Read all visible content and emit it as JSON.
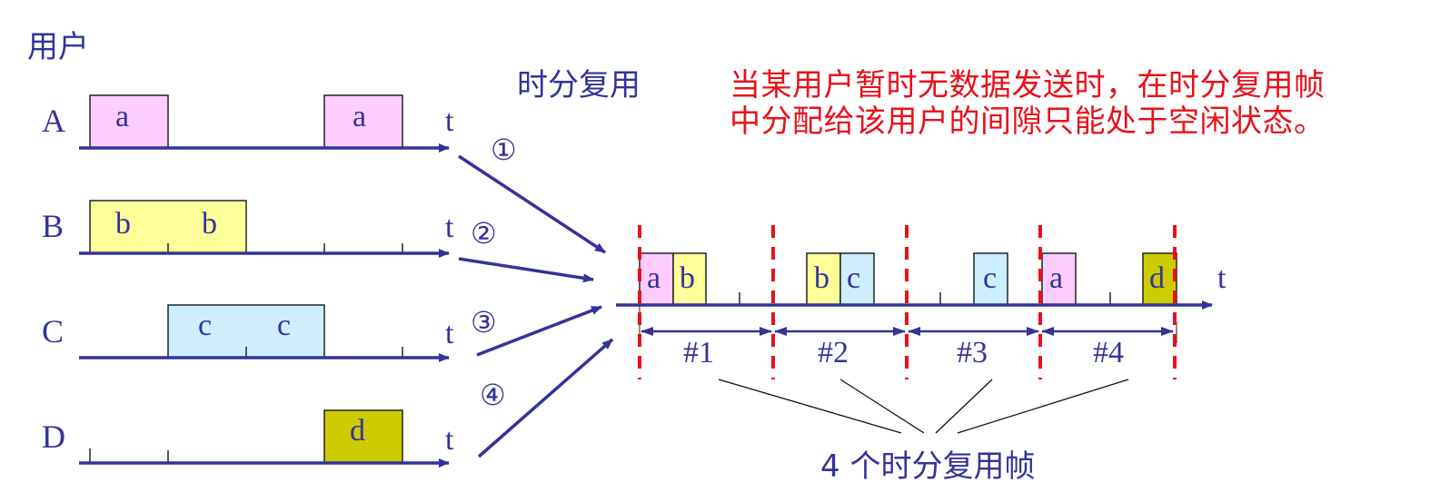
{
  "title": {
    "users_label": "用户",
    "tdm_label": "时分复用"
  },
  "note": {
    "line1": "当某用户暂时无数据发送时，在时分复用帧",
    "line2": "中分配给该用户的间隙只能处于空闲状态。"
  },
  "colors": {
    "axis": "#333399",
    "a": "#ffccff",
    "b": "#ffff99",
    "c": "#cceeff",
    "d": "#cccc00",
    "divider": "#e8101a",
    "note": "#e8101a"
  },
  "users": [
    {
      "name": "A",
      "axis_label": "t",
      "slots": [
        "a",
        "",
        "",
        "a"
      ]
    },
    {
      "name": "B",
      "axis_label": "t",
      "slots": [
        "b",
        "b",
        "",
        ""
      ]
    },
    {
      "name": "C",
      "axis_label": "t",
      "slots": [
        "",
        "c",
        "c",
        ""
      ]
    },
    {
      "name": "D",
      "axis_label": "t",
      "slots": [
        "",
        "",
        "",
        "d"
      ]
    }
  ],
  "links": [
    "①",
    "②",
    "③",
    "④"
  ],
  "mux": {
    "axis_label": "t",
    "frames": [
      {
        "label": "#1",
        "slots": [
          "a",
          "b",
          "",
          ""
        ]
      },
      {
        "label": "#2",
        "slots": [
          "",
          "b",
          "c",
          ""
        ]
      },
      {
        "label": "#3",
        "slots": [
          "",
          "",
          "c",
          ""
        ]
      },
      {
        "label": "#4",
        "slots": [
          "a",
          "",
          "",
          "d"
        ]
      }
    ],
    "caption": "4 个时分复用帧"
  }
}
